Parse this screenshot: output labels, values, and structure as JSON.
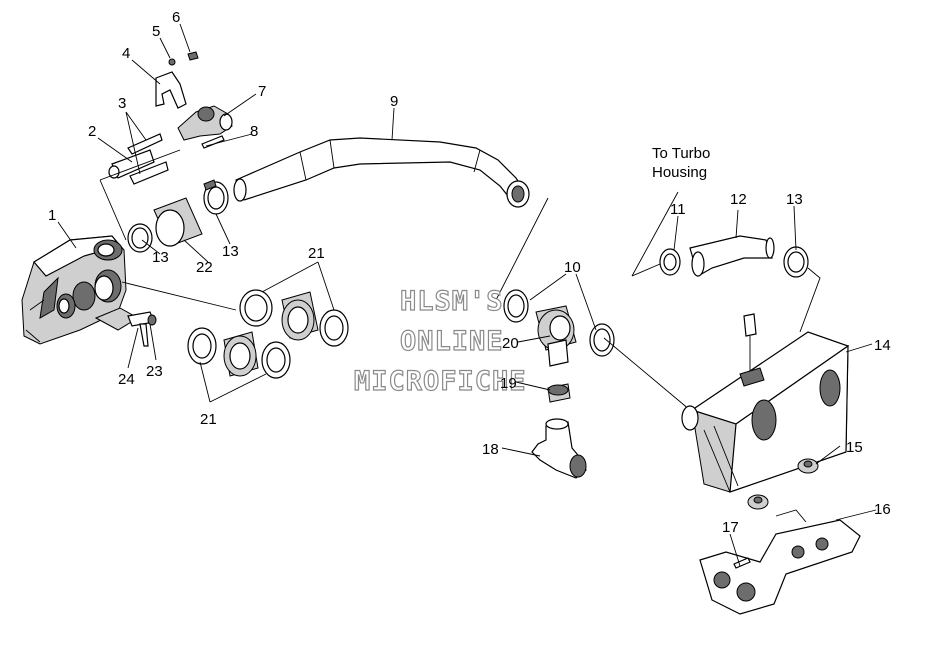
{
  "callouts": {
    "c1": "1",
    "c2": "2",
    "c3": "3",
    "c4": "4",
    "c5": "5",
    "c6": "6",
    "c7": "7",
    "c8": "8",
    "c9": "9",
    "c10": "10",
    "c11": "11",
    "c12": "12",
    "c13a": "13",
    "c13b": "13",
    "c13c": "13",
    "c14": "14",
    "c15": "15",
    "c16": "16",
    "c17": "17",
    "c18": "18",
    "c19": "19",
    "c20": "20",
    "c21a": "21",
    "c21b": "21",
    "c22": "22",
    "c23": "23",
    "c24": "24"
  },
  "note": {
    "line1": "To Turbo",
    "line2": "Housing"
  },
  "watermark": {
    "line1": "HLSM'S",
    "line2": "ONLINE",
    "line3": "MICROFICHE"
  }
}
